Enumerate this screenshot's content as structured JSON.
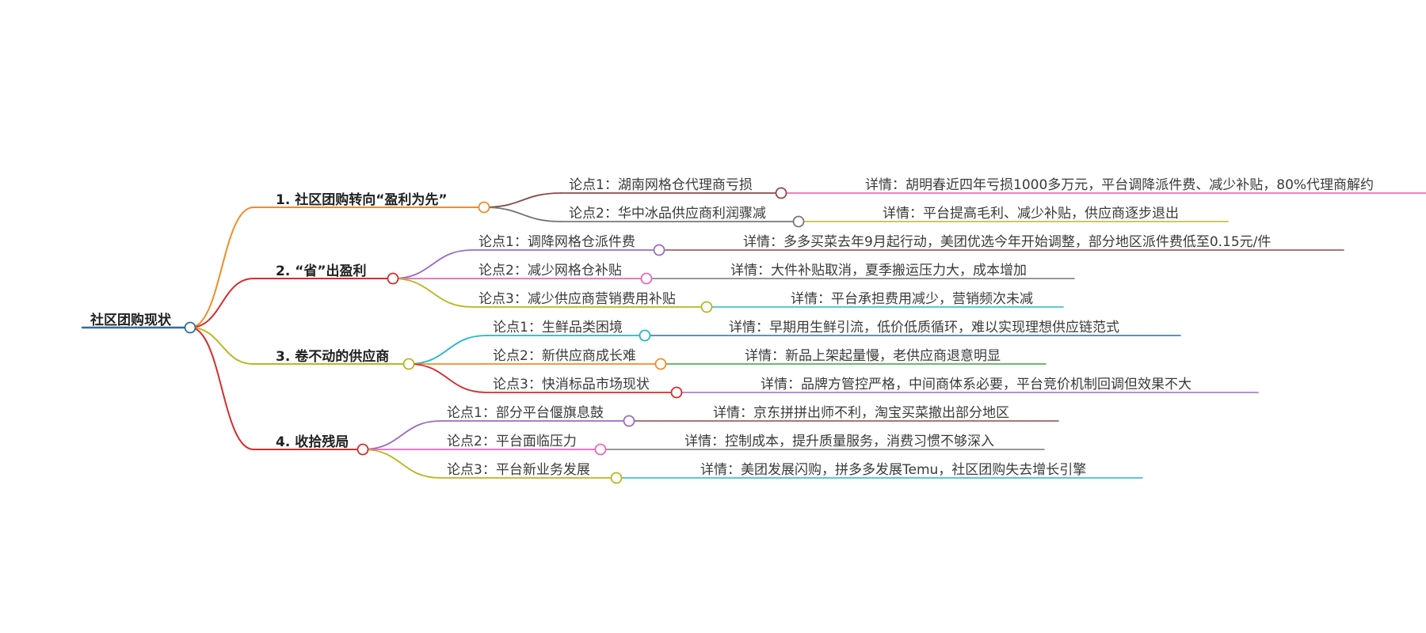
{
  "root": {
    "label": "社区团购现状",
    "color": "#2e6da4"
  },
  "branches": [
    {
      "label": "1. 社区团购转向“盈利为先”",
      "color": "#f28c28",
      "points": [
        {
          "label": "论点1：湖南网格仓代理商亏损",
          "color": "#8b4a4a",
          "detail": "详情：胡明春近四年亏损1000多万元，平台调降派件费、减少补贴，80%代理商解约",
          "detail_color": "#ee55aa"
        },
        {
          "label": "论点2：华中冰品供应商利润骤减",
          "color": "#777777",
          "detail": "详情：平台提高毛利、减少补贴，供应商逐步退出",
          "detail_color": "#b8b820"
        }
      ]
    },
    {
      "label": "2. “省”出盈利",
      "color": "#d62c2c",
      "points": [
        {
          "label": "论点1：调降网格仓派件费",
          "color": "#9b6bc6",
          "detail": "详情：多多买菜去年9月起行动，美团优选今年开始调整，部分地区派件费低至0.15元/件",
          "detail_color": "#8b4a4a"
        },
        {
          "label": "论点2：减少网格仓补贴",
          "color": "#ee66bb",
          "detail": "详情：大件补贴取消，夏季搬运压力大，成本增加",
          "detail_color": "#777777"
        },
        {
          "label": "论点3：减少供应商营销费用补贴",
          "color": "#b8b820",
          "detail": "详情：平台承担费用减少，营销频次未减",
          "detail_color": "#22b8c8"
        }
      ]
    },
    {
      "label": "3. 卷不动的供应商",
      "color": "#b8b820",
      "points": [
        {
          "label": "论点1：生鲜品类困境",
          "color": "#22b8c8",
          "detail": "详情：早期用生鲜引流，低价低质循环，难以实现理想供应链范式",
          "detail_color": "#2e6da4"
        },
        {
          "label": "论点2：新供应商成长难",
          "color": "#f28c28",
          "detail": "详情：新品上架起量慢，老供应商退意明显",
          "detail_color": "#3aa040"
        },
        {
          "label": "论点3：快消标品市场现状",
          "color": "#d62c2c",
          "detail": "详情：品牌方管控严格，中间商体系必要，平台竞价机制回调但效果不大",
          "detail_color": "#9b6bc6"
        }
      ]
    },
    {
      "label": "4. 收拾残局",
      "color": "#d62c2c",
      "points": [
        {
          "label": "论点1：部分平台偃旗息鼓",
          "color": "#9b6bc6",
          "detail": "详情：京东拼拼出师不利，淘宝买菜撤出部分地区",
          "detail_color": "#8b4a4a"
        },
        {
          "label": "论点2：平台面临压力",
          "color": "#ee66bb",
          "detail": "详情：控制成本，提升质量服务，消费习惯不够深入",
          "detail_color": "#777777"
        },
        {
          "label": "论点3：平台新业务发展",
          "color": "#b8b820",
          "detail": "详情：美团发展闪购，拼多多发展Temu，社区团购失去增长引擎",
          "detail_color": "#22b8c8"
        }
      ]
    }
  ]
}
